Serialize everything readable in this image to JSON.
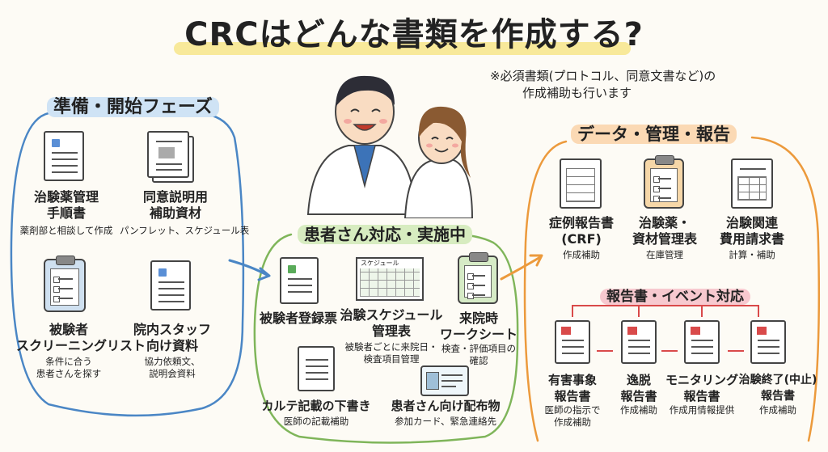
{
  "title": "CRCはどんな書類を作成する?",
  "note": {
    "line1": "※必須書類(プロトコル、同意文書など)の",
    "line2": "作成補助も行います"
  },
  "sections": {
    "prep": {
      "heading": "準備・開始フェーズ",
      "items": [
        {
          "label1": "治験薬管理",
          "label2": "手順書",
          "sub1": "薬剤部と相談して作成",
          "icon": "document-icon"
        },
        {
          "label1": "同意説明用",
          "label2": "補助資材",
          "sub1": "パンフレット、スケジュール表",
          "icon": "document-stack-icon"
        },
        {
          "label1": "被験者",
          "label2": "スクリーニングリスト",
          "sub1": "条件に合う",
          "sub2": "患者さんを探す",
          "icon": "clipboard-checklist-icon"
        },
        {
          "label1": "院内スタッフ",
          "label2": "向け資料",
          "sub1": "協力依頼文、",
          "sub2": "説明会資料",
          "icon": "document-icon"
        }
      ]
    },
    "patient": {
      "heading": "患者さん対応・実施中",
      "items": [
        {
          "label1": "被験者登録票",
          "icon": "document-icon"
        },
        {
          "label1": "治験スケジュール",
          "label2": "管理表",
          "sub1": "被験者ごとに来院日・",
          "sub2": "検査項目管理",
          "icon": "schedule-table-icon",
          "table_caption": "スケジュール"
        },
        {
          "label1": "来院時",
          "label2": "ワークシート",
          "sub1": "検査・評価項目の",
          "sub2": "確認",
          "icon": "clipboard-checklist-icon"
        },
        {
          "label1": "カルテ記載の下書き",
          "sub1": "医師の記載補助",
          "icon": "document-icon"
        },
        {
          "label1": "患者さん向け配布物",
          "sub1": "参加カード、緊急連絡先",
          "icon": "id-card-icon"
        }
      ]
    },
    "data": {
      "heading": "データ・管理・報告",
      "items": [
        {
          "label1": "症例報告書",
          "label2": "(CRF)",
          "sub1": "作成補助",
          "icon": "form-document-icon"
        },
        {
          "label1": "治験薬・",
          "label2": "資材管理表",
          "sub1": "在庫管理",
          "icon": "clipboard-checklist-icon"
        },
        {
          "label1": "治験関連",
          "label2": "費用請求書",
          "sub1": "計算・補助",
          "icon": "form-document-icon"
        }
      ],
      "report": {
        "heading": "報告書・イベント対応",
        "items": [
          {
            "label1": "有害事象",
            "label2": "報告書",
            "sub1": "医師の指示で",
            "sub2": "作成補助",
            "icon": "report-document-icon"
          },
          {
            "label1": "逸脱",
            "label2": "報告書",
            "sub1": "作成補助",
            "icon": "report-document-icon"
          },
          {
            "label1": "モニタリング",
            "label2": "報告書",
            "sub1": "作成用情報提供",
            "icon": "report-document-icon"
          },
          {
            "label1": "治験終了(中止)",
            "label2": "報告書",
            "sub1": "作成補助",
            "icon": "report-document-icon"
          }
        ]
      }
    }
  },
  "colors": {
    "prep": "#4a86c5",
    "patient": "#7fb55a",
    "data": "#ec9a3c",
    "report": "#d94a4a"
  }
}
